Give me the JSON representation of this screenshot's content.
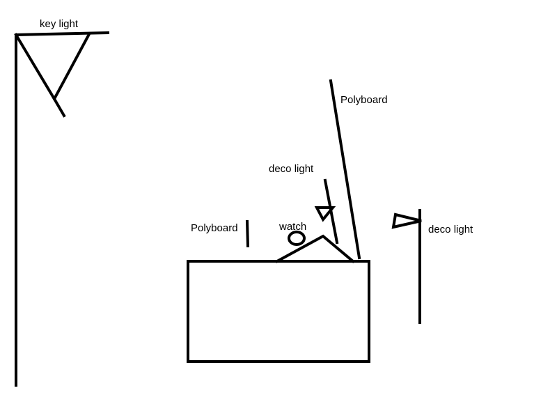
{
  "labels": {
    "key_light": "key light",
    "polyboard_back": "Polyboard",
    "deco_light_left": "deco light",
    "polyboard_left": "Polyboard",
    "watch": "watch",
    "deco_light_right": "deco light"
  },
  "colors": {
    "background": "#ffffff",
    "ink": "#000000"
  }
}
